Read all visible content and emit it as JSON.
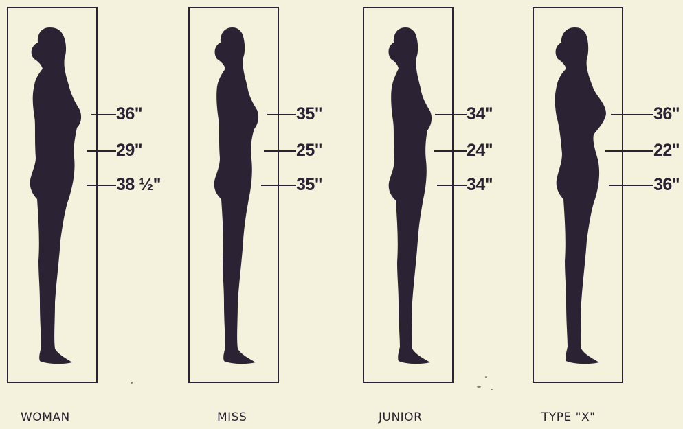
{
  "figures": [
    {
      "caption": "WOMAN",
      "measurements": [
        "36\"",
        "29\"",
        "38 ½\""
      ]
    },
    {
      "caption": "MISS",
      "measurements": [
        "35\"",
        "25\"",
        "35\""
      ]
    },
    {
      "caption": "JUNIOR",
      "measurements": [
        "34\"",
        "24\"",
        "34\""
      ]
    },
    {
      "caption": "TYPE  \"X\"",
      "measurements": [
        "36\"",
        "22\"",
        "36\""
      ]
    }
  ],
  "colors": {
    "ink": "#2b2233",
    "paper": "#f4f1dc"
  }
}
